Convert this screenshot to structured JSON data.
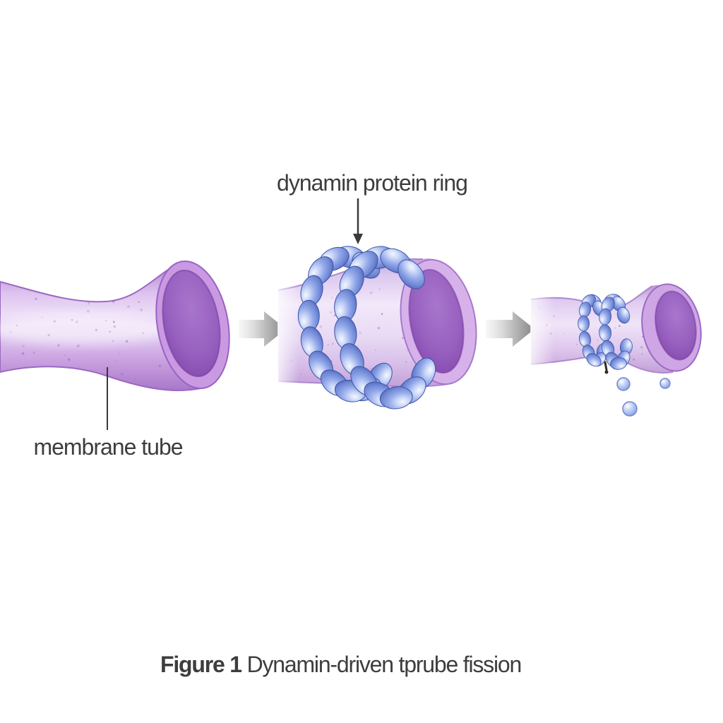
{
  "figure": {
    "labels": {
      "ring": "dynamin protein ring",
      "membrane": "membrane tube"
    },
    "caption": {
      "prefix": "Figure 1",
      "rest": " Dynamin-driven tprube fission"
    },
    "colors": {
      "background": "#ffffff",
      "membrane_fill_light": "#f2e8fa",
      "membrane_fill_mid": "#d3b0e8",
      "membrane_outline": "#9a68c2",
      "membrane_rim": "#c999e2",
      "membrane_lumen": "#8d53b6",
      "dynamin_blue": "#8ba3e8",
      "dynamin_blue_dark": "#3e54a6",
      "droplet_blue": "#aabdf0",
      "stage_arrow_gray": "#8e8e8e",
      "annotation_text": "#3d3d3d"
    }
  }
}
